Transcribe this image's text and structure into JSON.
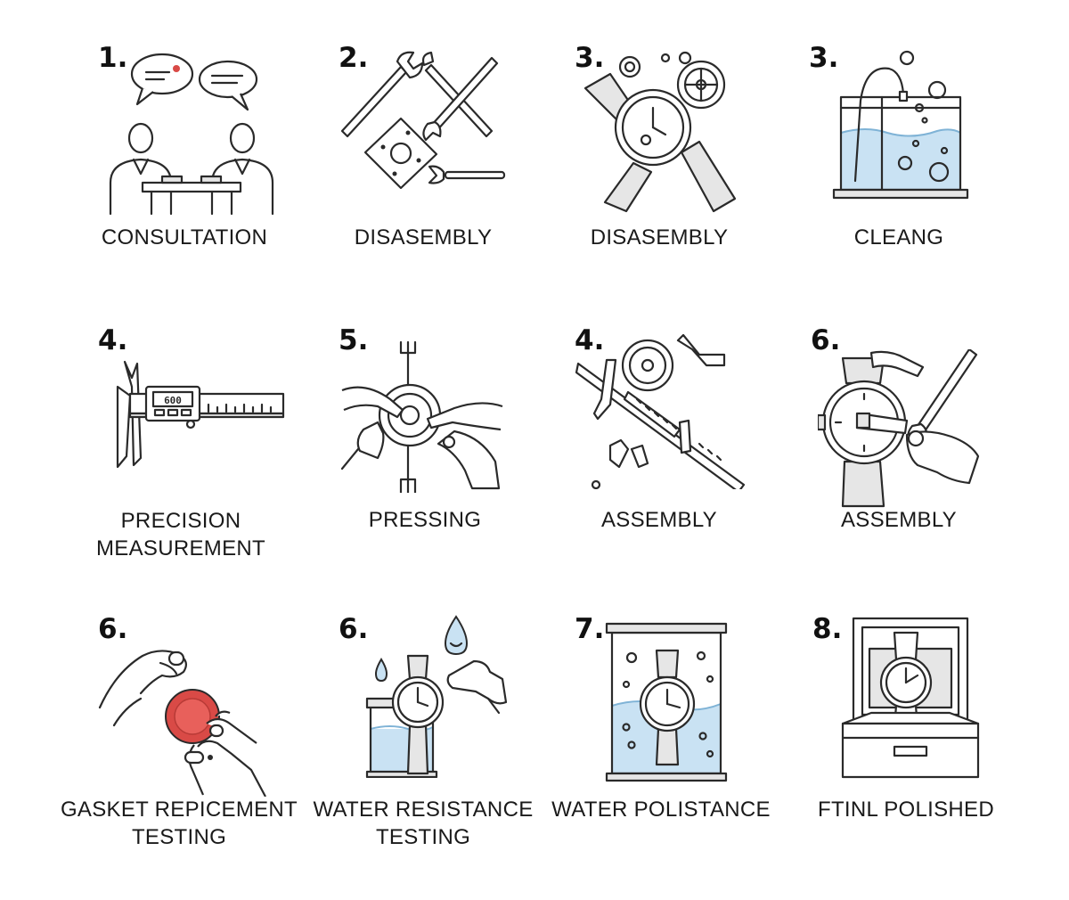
{
  "steps": [
    {
      "number": "1.",
      "label": "CONSULTATION",
      "icon": "consultation-icon"
    },
    {
      "number": "2.",
      "label": "DISASEMBLY",
      "icon": "wrenches-icon"
    },
    {
      "number": "3.",
      "label": "DISASEMBLY",
      "icon": "watch-gears-icon"
    },
    {
      "number": "3.",
      "label": "CLEANG",
      "icon": "cleaning-tank-icon"
    },
    {
      "number": "4.",
      "label": "PRECISION MEASUREMENT",
      "icon": "digital-caliper-icon"
    },
    {
      "number": "5.",
      "label": "PRESSING",
      "icon": "pressing-tool-icon"
    },
    {
      "number": "4.",
      "label": "ASSEMBLY",
      "icon": "caliper-gear-icon"
    },
    {
      "number": "6.",
      "label": "ASSEMBLY",
      "icon": "watch-assembly-icon"
    },
    {
      "number": "6.",
      "label": "GASKET REPICEMENT TESTING",
      "icon": "gasket-icon"
    },
    {
      "number": "6.",
      "label": "WATER RESISTANCE TESTING",
      "icon": "water-test-icon"
    },
    {
      "number": "7.",
      "label": "WATER POLISTANCE",
      "icon": "water-tank-watch-icon"
    },
    {
      "number": "8.",
      "label": "FTINL POLISHED",
      "icon": "watch-box-icon"
    }
  ],
  "colors": {
    "ink": "#2a2a2a",
    "water": "#c9e2f3",
    "gasket": "#d94a46"
  }
}
